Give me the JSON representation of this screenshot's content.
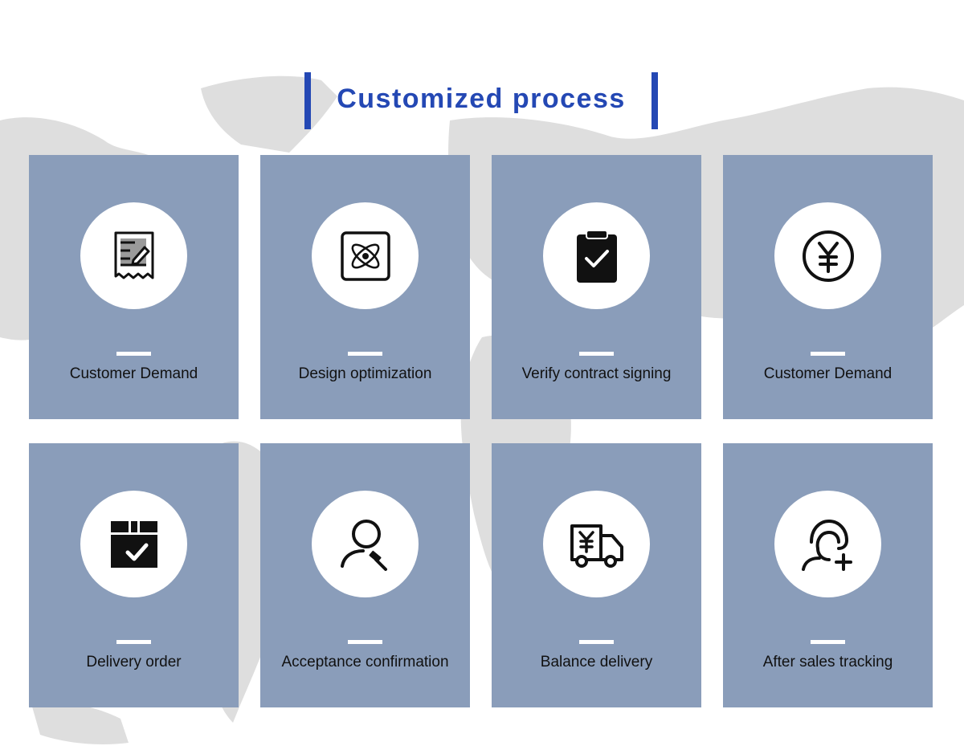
{
  "title": "Customized process",
  "colors": {
    "accent": "#2448b4",
    "card": "#8a9dba",
    "map": "#dcdcdc"
  },
  "cards": [
    {
      "label": "Customer Demand",
      "icon": "receipt-edit-icon"
    },
    {
      "label": "Design optimization",
      "icon": "atom-design-icon"
    },
    {
      "label": "Verify contract signing",
      "icon": "clipboard-check-icon"
    },
    {
      "label": "Customer Demand",
      "icon": "yen-coin-icon"
    },
    {
      "label": "Delivery order",
      "icon": "box-check-icon"
    },
    {
      "label": "Acceptance confirmation",
      "icon": "user-gavel-icon"
    },
    {
      "label": "Balance delivery",
      "icon": "yen-truck-icon"
    },
    {
      "label": "After sales tracking",
      "icon": "support-agent-plus-icon"
    }
  ]
}
